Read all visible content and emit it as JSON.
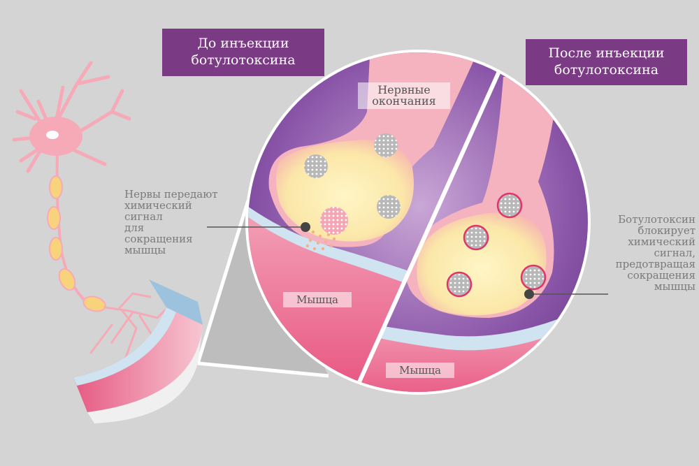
{
  "panels": {
    "before": {
      "title": "До инъекции\nботулотоксина",
      "callout": "Нервы передают\nхимический\nсигнал\nдля\nсокращения\nмышцы",
      "muscle_label": "Мышца"
    },
    "after": {
      "title": "После инъекции\nботулотоксина",
      "callout": "Ботулотоксин\nблокирует\nхимический\nсигнал,\nпредотвращая\nсокращения\nмышцы",
      "muscle_label": "Мышца"
    }
  },
  "nerve_endings_label": "Нервные\nокончания",
  "colors": {
    "background": "#d4d4d4",
    "title_box": "#7b3b84",
    "synapse_purple": "#7e4a9e",
    "nerve_pink": "#f4b6c0",
    "terminal_yellow": "#fbeeb0",
    "muscle_pink": "#ec5b86",
    "membrane_blue": "#cfe3f1",
    "vesicle_gray": "#bdbdbd"
  }
}
